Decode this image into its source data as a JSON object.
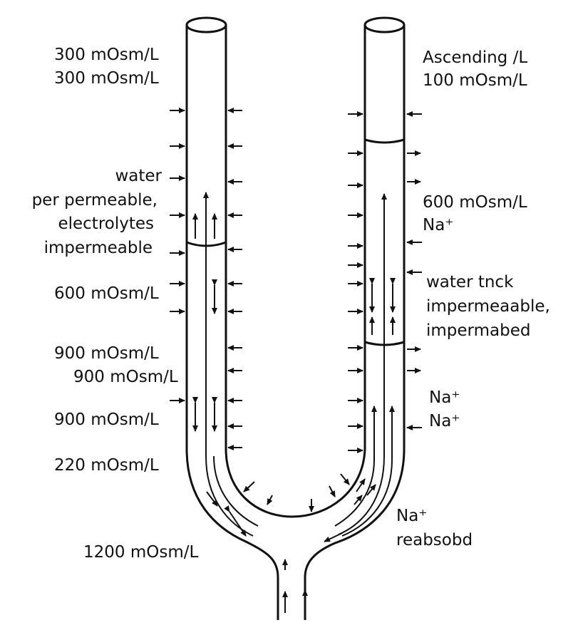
{
  "labels": {
    "left_top_1": "300 mOsm/L",
    "left_top_2": "300 mOsm/L",
    "desc_water": "water",
    "desc_per_permeable": "per permeable,",
    "desc_electrolytes": "electrolytes",
    "desc_impermeable": "impermeable",
    "left_600": "600 mOsm/L",
    "left_900_a": "900 mOsm/L",
    "left_900_b": "900 mOsm/L",
    "left_900_c": "900 mOsm/L",
    "left_220": "220 mOsm/L",
    "bottom_1200": "1200 mOsm/L",
    "right_ascending": "Ascending /L",
    "right_100": "100 mOsm/L",
    "right_600": "600 mOsm/L",
    "right_na_1": "Na⁺",
    "right_water_tnck": "water tnck",
    "right_impermeaable": "impermeaable,",
    "right_impermabed": "impermabed",
    "right_na_2": "Na⁺",
    "right_na_3": "Na⁺",
    "right_na_4": "Na⁺",
    "right_reabsobd": "reabsobd"
  },
  "colors": {
    "ink": "#111111",
    "background": "#ffffff"
  }
}
